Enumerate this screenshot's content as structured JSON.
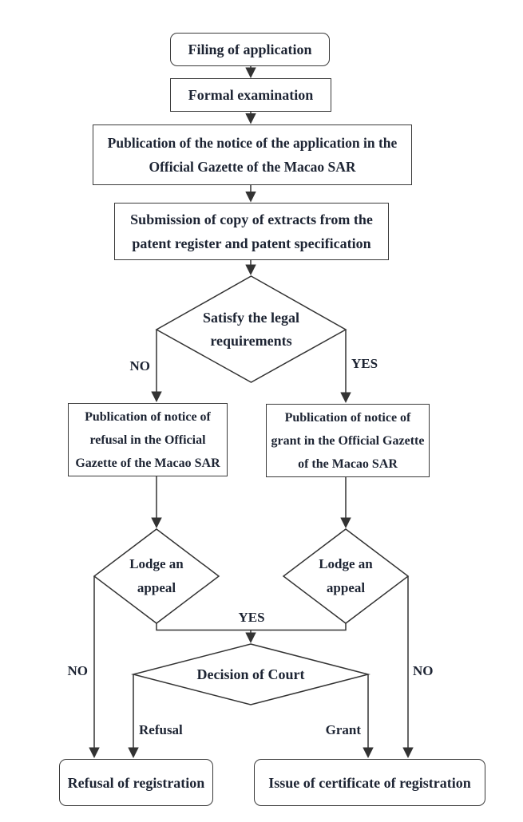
{
  "diagram": {
    "type": "flowchart",
    "background_color": "#ffffff",
    "line_color": "#333333",
    "text_color": "#1d2433",
    "nodes": {
      "filing": {
        "shape": "rounded-rect",
        "lines": [
          "Filing of application"
        ]
      },
      "formal_examination": {
        "shape": "rect",
        "lines": [
          "Formal examination"
        ]
      },
      "publication_application": {
        "shape": "rect",
        "lines": [
          "Publication of the notice of the application in the",
          "Official Gazette of the Macao SAR"
        ]
      },
      "submission_extracts": {
        "shape": "rect",
        "lines": [
          "Submission of copy of extracts from the",
          "patent register and patent specification"
        ]
      },
      "satisfy_requirements": {
        "shape": "diamond",
        "lines": [
          "Satisfy the legal",
          "requirements"
        ]
      },
      "publication_refusal": {
        "shape": "rect",
        "lines": [
          "Publication of notice of",
          "refusal in the Official",
          "Gazette of the Macao SAR"
        ]
      },
      "publication_grant": {
        "shape": "rect",
        "lines": [
          "Publication of notice of",
          "grant in the Official Gazette",
          "of the Macao SAR"
        ]
      },
      "lodge_appeal_left": {
        "shape": "diamond",
        "lines": [
          "Lodge an",
          "appeal"
        ]
      },
      "lodge_appeal_right": {
        "shape": "diamond",
        "lines": [
          "Lodge an",
          "appeal"
        ]
      },
      "decision_of_court": {
        "shape": "diamond",
        "lines": [
          "Decision of Court"
        ]
      },
      "refusal_registration": {
        "shape": "rounded-rect",
        "lines": [
          "Refusal of registration"
        ]
      },
      "issue_certificate": {
        "shape": "rounded-rect",
        "lines": [
          "Issue of certificate of registration"
        ]
      }
    },
    "edge_labels": {
      "satisfy_no": "NO",
      "satisfy_yes": "YES",
      "appeal_yes": "YES",
      "appeal_no_left": "NO",
      "appeal_no_right": "NO",
      "court_refusal": "Refusal",
      "court_grant": "Grant"
    }
  }
}
